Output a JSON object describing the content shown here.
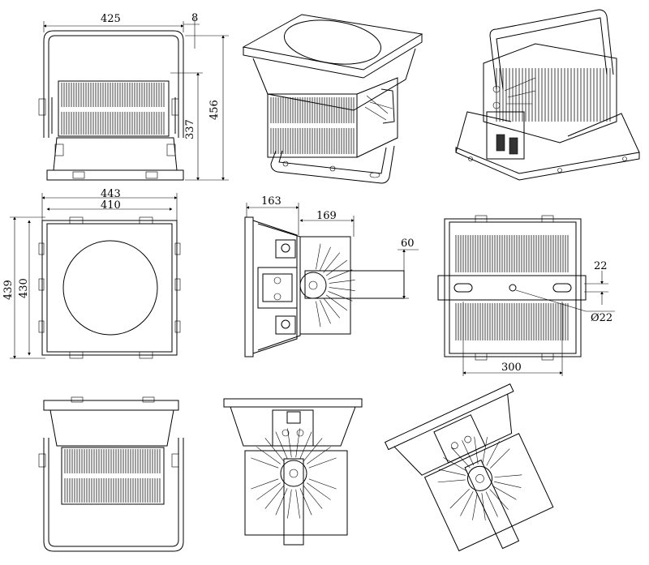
{
  "dimensions": {
    "front_width": "425",
    "front_bracket_offset": "8",
    "front_height_total": "456",
    "front_height_body": "337",
    "top_width_outer": "443",
    "top_width_inner": "410",
    "top_height_outer": "439",
    "top_height_inner": "430",
    "side_depth": "163",
    "side_bracket": "169",
    "side_bracket_width": "60",
    "back_slot": "22",
    "back_hole": "Ø22",
    "back_hole_spacing": "300"
  },
  "colors": {
    "line": "#000000",
    "background": "#ffffff"
  }
}
